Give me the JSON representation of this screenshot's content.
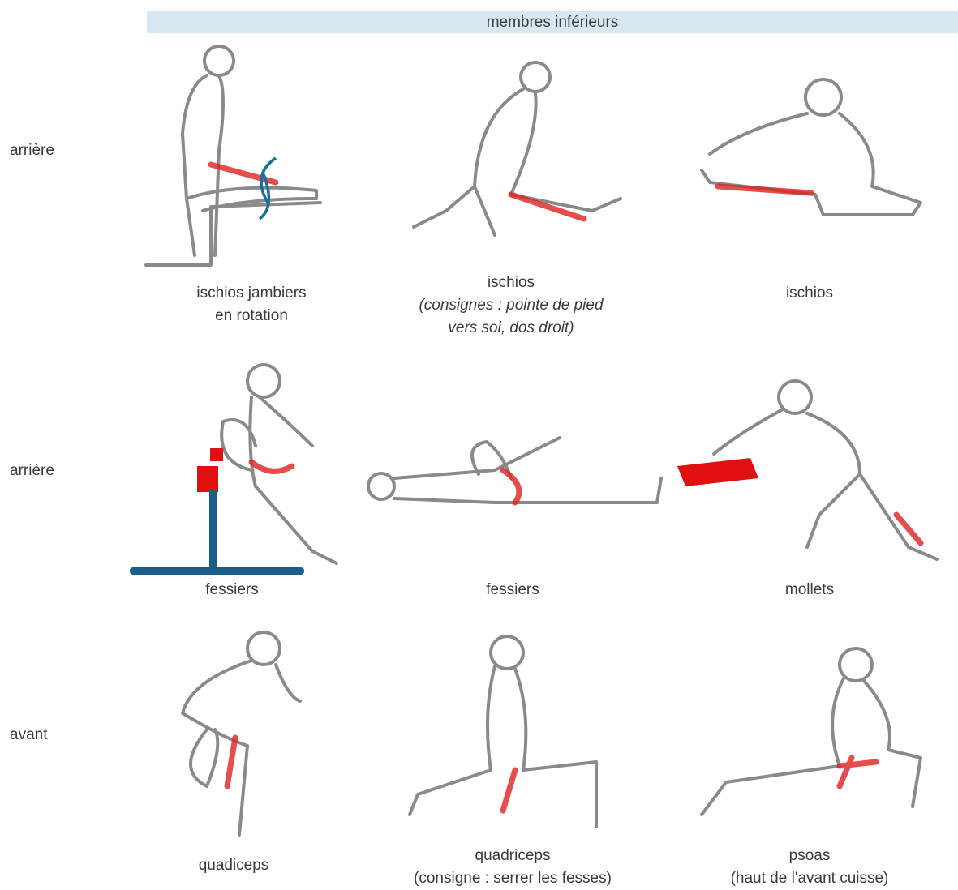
{
  "header": {
    "title": "membres inférieurs"
  },
  "rows": [
    {
      "label": "arrière",
      "items": [
        {
          "caption": [
            "ischios jambiers",
            "en rotation"
          ],
          "note": []
        },
        {
          "caption": [
            "ischios"
          ],
          "note": [
            "(consignes : pointe de pied",
            "vers soi, dos droit)"
          ]
        },
        {
          "caption": [
            "ischios"
          ],
          "note": []
        }
      ]
    },
    {
      "label": "arrière",
      "items": [
        {
          "caption": [
            "fessiers"
          ],
          "note": []
        },
        {
          "caption": [
            "fessiers"
          ],
          "note": []
        },
        {
          "caption": [
            "mollets"
          ],
          "note": []
        }
      ]
    },
    {
      "label": "avant",
      "items": [
        {
          "caption": [
            "quadiceps"
          ],
          "note": []
        },
        {
          "caption": [
            "quadriceps",
            "(consigne : serrer les fesses)"
          ],
          "note": []
        },
        {
          "caption": [
            "psoas",
            "(haut de l'avant cuisse)"
          ],
          "note": []
        }
      ]
    }
  ],
  "icons": {
    "stretch_figure": "stretch-figure-icon",
    "strain_highlight_color": "#e02020",
    "equipment_color": "#1a5f8c"
  }
}
